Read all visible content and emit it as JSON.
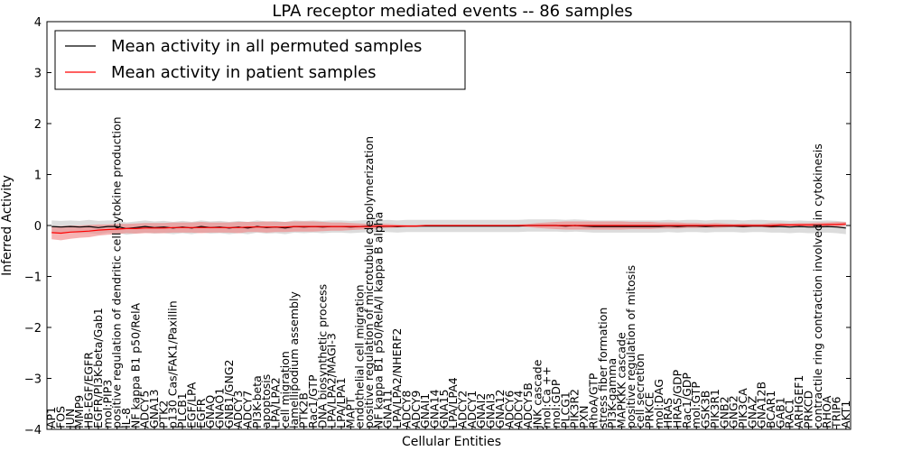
{
  "chart_data": {
    "type": "line",
    "title": "LPA receptor mediated events -- 86 samples",
    "xlabel": "Cellular Entities",
    "ylabel": "Inferred Activity",
    "ylim": [
      -4,
      4
    ],
    "yticks": [
      -4,
      -3,
      -2,
      -1,
      0,
      1,
      2,
      3,
      4
    ],
    "legend_position": "top-left",
    "grid": false,
    "colors": {
      "permuted": "#000000",
      "patient": "#ff0000",
      "patient_band": "#f08080",
      "permuted_band": "#bfbfbf"
    },
    "categories": [
      "AP1",
      "FOS",
      "JUN",
      "MMP9",
      "HB-EGF/EGFR",
      "EGFR/PI3K-beta/Gab1",
      "mol:PIP3",
      "positive regulation of dendritic cell cytokine production",
      "IL-8",
      "NF kappa B1 p50/RelA",
      "ADCY5",
      "GNA13",
      "PTK2",
      "p130 Cas/FAK1/Paxillin",
      "PLCB1",
      "EGF/LPA",
      "EGFR",
      "GNAQ",
      "GNAO1",
      "GNB1/GNG2",
      "ADCY3",
      "ADCY7",
      "PI3K-beta",
      "apoptosis",
      "LPA/LPA2",
      "cell migration",
      "lamellipodium assembly",
      "PTK2B",
      "Rac1/GTP",
      "DNA biosynthetic process",
      "LPA/LPA2/MAGI-3",
      "LPA/LPA1",
      "MAPT",
      "endothelial cell migration",
      "positive regulation of microtubule depolymerization",
      "NF kappa B1 p50/RelA/I kappa B alpha",
      "GNA11",
      "LPA/LPA2/NHERF2",
      "ADCY8",
      "ADCY9",
      "GNAI1",
      "GNA14",
      "GNA15",
      "LPA/LPA4",
      "ADCY2",
      "ADCY1",
      "GNAI2",
      "GNAI3",
      "GNA12",
      "ADCY6",
      "ADCY4",
      "ADCY5B",
      "JNK cascade",
      "mol:Ca ++",
      "mol:GDP",
      "PLCG1",
      "PIK3R2",
      "PXN",
      "RhoA/GTP",
      "stress fiber formation",
      "PI3K-gamma",
      "MAPKKK cascade",
      "positive regulation of mitosis",
      "cell secretion",
      "PRKCE",
      "mol:DAG",
      "HRAS",
      "HRAS/GDP",
      "Rac1/GDP",
      "mol:GTP",
      "GSK3B",
      "PIK3R1",
      "GNB2",
      "GNG2",
      "PIK3CA",
      "GNAZ",
      "GNA12B",
      "BCAR1",
      "GAB1",
      "RAC1",
      "ARHGEF1",
      "PRKCD",
      "contractile ring contraction involved in cytokinesis",
      "RHOA",
      "TRIP6",
      "AKT1"
    ],
    "series": [
      {
        "name": "Mean activity in all permuted samples",
        "values": [
          -0.02,
          -0.03,
          -0.02,
          -0.03,
          -0.02,
          -0.04,
          -0.02,
          -0.02,
          -0.06,
          -0.04,
          -0.02,
          -0.04,
          -0.03,
          -0.05,
          -0.03,
          -0.05,
          -0.02,
          -0.04,
          -0.03,
          -0.05,
          -0.03,
          -0.05,
          -0.02,
          -0.04,
          -0.03,
          -0.05,
          -0.02,
          -0.03,
          -0.02,
          -0.03,
          -0.02,
          -0.02,
          -0.03,
          -0.02,
          -0.01,
          -0.02,
          -0.01,
          -0.02,
          -0.01,
          -0.01,
          -0.01,
          -0.01,
          -0.01,
          -0.01,
          -0.01,
          -0.01,
          -0.01,
          -0.01,
          -0.01,
          -0.01,
          -0.01,
          0.0,
          0.0,
          0.0,
          0.0,
          -0.01,
          0.0,
          -0.01,
          -0.02,
          -0.02,
          -0.02,
          -0.02,
          -0.02,
          -0.02,
          -0.02,
          -0.02,
          -0.01,
          -0.02,
          -0.01,
          -0.01,
          -0.02,
          -0.01,
          -0.01,
          -0.01,
          -0.02,
          -0.01,
          -0.01,
          -0.02,
          -0.02,
          -0.03,
          -0.02,
          -0.03,
          -0.03,
          -0.02,
          -0.03,
          -0.05
        ],
        "band": [
          0.12,
          0.12,
          0.12,
          0.12,
          0.13,
          0.13,
          0.12,
          0.12,
          0.12,
          0.12,
          0.12,
          0.12,
          0.12,
          0.12,
          0.12,
          0.12,
          0.12,
          0.12,
          0.12,
          0.12,
          0.12,
          0.12,
          0.12,
          0.12,
          0.12,
          0.12,
          0.12,
          0.12,
          0.12,
          0.12,
          0.12,
          0.12,
          0.12,
          0.12,
          0.12,
          0.12,
          0.12,
          0.12,
          0.12,
          0.12,
          0.12,
          0.12,
          0.12,
          0.12,
          0.12,
          0.12,
          0.12,
          0.12,
          0.12,
          0.12,
          0.12,
          0.12,
          0.12,
          0.12,
          0.12,
          0.12,
          0.12,
          0.12,
          0.12,
          0.12,
          0.12,
          0.12,
          0.12,
          0.12,
          0.12,
          0.12,
          0.12,
          0.12,
          0.12,
          0.12,
          0.12,
          0.12,
          0.12,
          0.12,
          0.12,
          0.12,
          0.12,
          0.12,
          0.12,
          0.12,
          0.12,
          0.12,
          0.12,
          0.12,
          0.12,
          0.12
        ]
      },
      {
        "name": "Mean activity in patient samples",
        "values": [
          -0.14,
          -0.15,
          -0.13,
          -0.12,
          -0.11,
          -0.09,
          -0.08,
          -0.07,
          -0.06,
          -0.06,
          -0.05,
          -0.05,
          -0.05,
          -0.04,
          -0.04,
          -0.04,
          -0.04,
          -0.04,
          -0.04,
          -0.04,
          -0.04,
          -0.03,
          -0.03,
          -0.03,
          -0.03,
          -0.03,
          -0.02,
          -0.02,
          -0.02,
          -0.02,
          -0.02,
          -0.02,
          -0.02,
          -0.02,
          -0.02,
          -0.01,
          -0.01,
          -0.01,
          -0.01,
          -0.01,
          0.0,
          0.0,
          0.0,
          0.0,
          0.0,
          0.0,
          0.0,
          0.0,
          0.0,
          0.0,
          0.0,
          0.0,
          0.0,
          0.0,
          0.0,
          0.0,
          0.0,
          0.0,
          0.0,
          0.0,
          0.0,
          0.0,
          0.0,
          0.0,
          0.0,
          0.0,
          0.0,
          0.0,
          0.0,
          0.0,
          0.0,
          0.0,
          0.0,
          0.0,
          0.0,
          0.0,
          0.0,
          0.0,
          0.01,
          0.01,
          0.01,
          0.01,
          0.01,
          0.02,
          0.02,
          0.03
        ],
        "band": [
          0.13,
          0.14,
          0.13,
          0.12,
          0.12,
          0.11,
          0.1,
          0.1,
          0.09,
          0.1,
          0.1,
          0.1,
          0.1,
          0.1,
          0.1,
          0.1,
          0.11,
          0.1,
          0.1,
          0.1,
          0.11,
          0.1,
          0.1,
          0.11,
          0.1,
          0.1,
          0.1,
          0.1,
          0.1,
          0.09,
          0.08,
          0.08,
          0.07,
          0.06,
          0.05,
          0.05,
          0.04,
          0.03,
          0.02,
          0.02,
          0.01,
          0.01,
          0.01,
          0.01,
          0.01,
          0.01,
          0.01,
          0.01,
          0.01,
          0.01,
          0.02,
          0.03,
          0.05,
          0.06,
          0.07,
          0.08,
          0.08,
          0.08,
          0.08,
          0.08,
          0.08,
          0.08,
          0.07,
          0.07,
          0.07,
          0.06,
          0.06,
          0.06,
          0.05,
          0.05,
          0.04,
          0.05,
          0.04,
          0.03,
          0.04,
          0.03,
          0.03,
          0.05,
          0.04,
          0.03,
          0.04,
          0.04,
          0.05,
          0.04,
          0.05,
          0.04
        ]
      }
    ]
  }
}
